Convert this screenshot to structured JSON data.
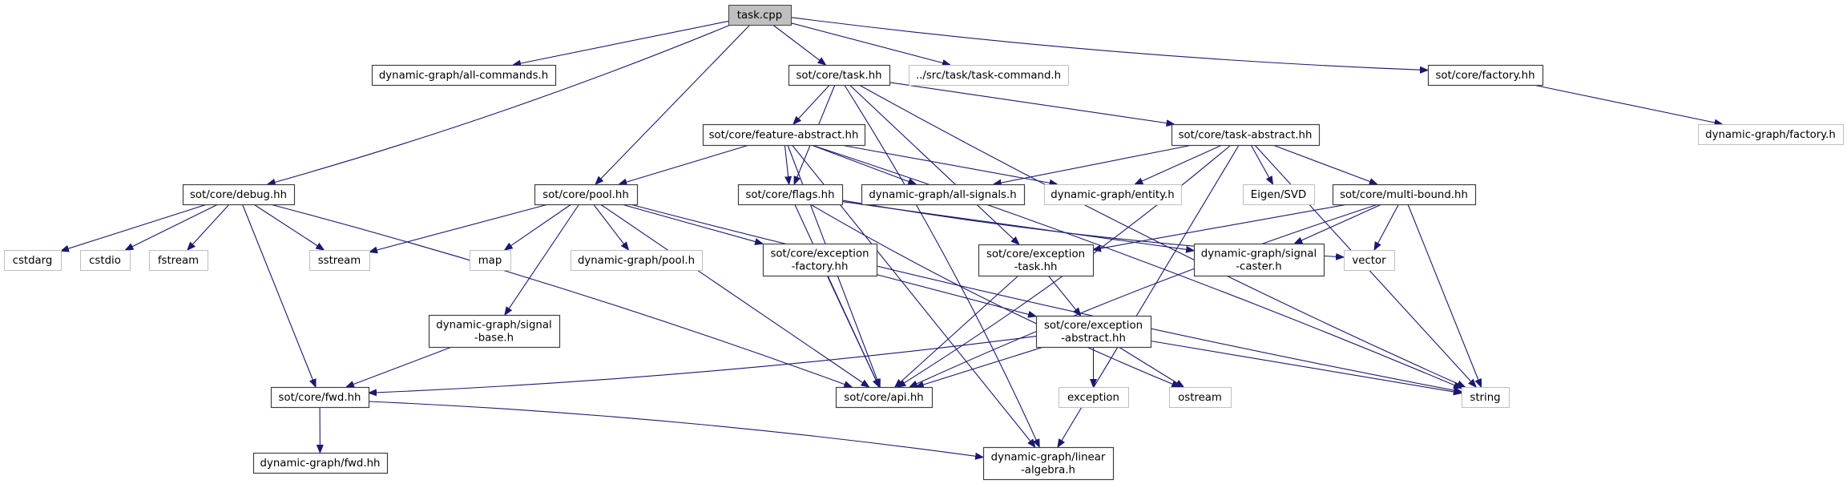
{
  "title": "task.cpp include dependency graph",
  "colors": {
    "edge": "#191970",
    "main_fill": "#bfbfbf",
    "doc_border": "#404040",
    "ext_border": "#bfbfbf"
  },
  "nodes": {
    "task_cpp": {
      "label": [
        "task.cpp"
      ],
      "kind": "main"
    },
    "all_commands": {
      "label": [
        "dynamic-graph/all-commands.h"
      ],
      "kind": "doc"
    },
    "task_hh": {
      "label": [
        "sot/core/task.hh"
      ],
      "kind": "doc"
    },
    "task_command": {
      "label": [
        "../src/task/task-command.h"
      ],
      "kind": "ext"
    },
    "factory_hh": {
      "label": [
        "sot/core/factory.hh"
      ],
      "kind": "doc"
    },
    "dg_factory": {
      "label": [
        "dynamic-graph/factory.h"
      ],
      "kind": "ext"
    },
    "feature_abstract": {
      "label": [
        "sot/core/feature-abstract.hh"
      ],
      "kind": "doc"
    },
    "task_abstract": {
      "label": [
        "sot/core/task-abstract.hh"
      ],
      "kind": "doc"
    },
    "debug_hh": {
      "label": [
        "sot/core/debug.hh"
      ],
      "kind": "doc"
    },
    "pool_hh": {
      "label": [
        "sot/core/pool.hh"
      ],
      "kind": "doc"
    },
    "flags_hh": {
      "label": [
        "sot/core/flags.hh"
      ],
      "kind": "doc"
    },
    "all_signals": {
      "label": [
        "dynamic-graph/all-signals.h"
      ],
      "kind": "doc"
    },
    "entity_h": {
      "label": [
        "dynamic-graph/entity.h"
      ],
      "kind": "ext"
    },
    "eigen_svd": {
      "label": [
        "Eigen/SVD"
      ],
      "kind": "ext"
    },
    "multi_bound": {
      "label": [
        "sot/core/multi-bound.hh"
      ],
      "kind": "doc"
    },
    "cstdarg": {
      "label": [
        "cstdarg"
      ],
      "kind": "ext"
    },
    "cstdio": {
      "label": [
        "cstdio"
      ],
      "kind": "ext"
    },
    "fstream": {
      "label": [
        "fstream"
      ],
      "kind": "ext"
    },
    "sstream": {
      "label": [
        "sstream"
      ],
      "kind": "ext"
    },
    "map": {
      "label": [
        "map"
      ],
      "kind": "ext"
    },
    "dg_pool": {
      "label": [
        "dynamic-graph/pool.h"
      ],
      "kind": "ext"
    },
    "exception_factory": {
      "label": [
        "sot/core/exception",
        "-factory.hh"
      ],
      "kind": "doc"
    },
    "exception_task": {
      "label": [
        "sot/core/exception",
        "-task.hh"
      ],
      "kind": "doc"
    },
    "signal_caster": {
      "label": [
        "dynamic-graph/signal",
        "-caster.h"
      ],
      "kind": "doc"
    },
    "vector": {
      "label": [
        "vector"
      ],
      "kind": "ext"
    },
    "signal_base": {
      "label": [
        "dynamic-graph/signal",
        "-base.h"
      ],
      "kind": "doc"
    },
    "exception_abstract": {
      "label": [
        "sot/core/exception",
        "-abstract.hh"
      ],
      "kind": "doc"
    },
    "fwd_hh": {
      "label": [
        "sot/core/fwd.hh"
      ],
      "kind": "doc"
    },
    "api_hh": {
      "label": [
        "sot/core/api.hh"
      ],
      "kind": "doc"
    },
    "exception": {
      "label": [
        "exception"
      ],
      "kind": "ext"
    },
    "ostream": {
      "label": [
        "ostream"
      ],
      "kind": "ext"
    },
    "string": {
      "label": [
        "string"
      ],
      "kind": "ext"
    },
    "dg_fwd": {
      "label": [
        "dynamic-graph/fwd.hh"
      ],
      "kind": "doc"
    },
    "linear_algebra": {
      "label": [
        "dynamic-graph/linear",
        "-algebra.h"
      ],
      "kind": "doc"
    }
  },
  "edges": [
    [
      "task_cpp",
      "all_commands"
    ],
    [
      "task_cpp",
      "task_hh"
    ],
    [
      "task_cpp",
      "task_command"
    ],
    [
      "task_cpp",
      "factory_hh"
    ],
    [
      "task_cpp",
      "debug_hh"
    ],
    [
      "task_cpp",
      "pool_hh"
    ],
    [
      "factory_hh",
      "dg_factory"
    ],
    [
      "task_hh",
      "feature_abstract"
    ],
    [
      "task_hh",
      "task_abstract"
    ],
    [
      "task_hh",
      "flags_hh"
    ],
    [
      "task_hh",
      "exception_task"
    ],
    [
      "task_hh",
      "string"
    ],
    [
      "task_hh",
      "linear_algebra"
    ],
    [
      "feature_abstract",
      "pool_hh"
    ],
    [
      "feature_abstract",
      "flags_hh"
    ],
    [
      "feature_abstract",
      "all_signals"
    ],
    [
      "feature_abstract",
      "entity_h"
    ],
    [
      "feature_abstract",
      "api_hh"
    ],
    [
      "feature_abstract",
      "string"
    ],
    [
      "feature_abstract",
      "linear_algebra"
    ],
    [
      "task_abstract",
      "all_signals"
    ],
    [
      "task_abstract",
      "entity_h"
    ],
    [
      "task_abstract",
      "eigen_svd"
    ],
    [
      "task_abstract",
      "multi_bound"
    ],
    [
      "task_abstract",
      "api_hh"
    ],
    [
      "task_abstract",
      "string"
    ],
    [
      "task_abstract",
      "linear_algebra"
    ],
    [
      "debug_hh",
      "cstdarg"
    ],
    [
      "debug_hh",
      "cstdio"
    ],
    [
      "debug_hh",
      "fstream"
    ],
    [
      "debug_hh",
      "sstream"
    ],
    [
      "debug_hh",
      "fwd_hh"
    ],
    [
      "debug_hh",
      "api_hh"
    ],
    [
      "pool_hh",
      "sstream"
    ],
    [
      "pool_hh",
      "map"
    ],
    [
      "pool_hh",
      "dg_pool"
    ],
    [
      "pool_hh",
      "exception_factory"
    ],
    [
      "pool_hh",
      "signal_base"
    ],
    [
      "pool_hh",
      "api_hh"
    ],
    [
      "pool_hh",
      "string"
    ],
    [
      "flags_hh",
      "api_hh"
    ],
    [
      "flags_hh",
      "vector"
    ],
    [
      "flags_hh",
      "signal_caster"
    ],
    [
      "flags_hh",
      "ostream"
    ],
    [
      "multi_bound",
      "exception_task"
    ],
    [
      "multi_bound",
      "signal_caster"
    ],
    [
      "multi_bound",
      "vector"
    ],
    [
      "multi_bound",
      "api_hh"
    ],
    [
      "multi_bound",
      "string"
    ],
    [
      "exception_factory",
      "exception_abstract"
    ],
    [
      "exception_factory",
      "api_hh"
    ],
    [
      "exception_task",
      "exception_abstract"
    ],
    [
      "exception_task",
      "api_hh"
    ],
    [
      "signal_base",
      "fwd_hh"
    ],
    [
      "exception_abstract",
      "fwd_hh"
    ],
    [
      "exception_abstract",
      "api_hh"
    ],
    [
      "exception_abstract",
      "exception"
    ],
    [
      "exception_abstract",
      "ostream"
    ],
    [
      "exception_abstract",
      "string"
    ],
    [
      "fwd_hh",
      "dg_fwd"
    ],
    [
      "fwd_hh",
      "linear_algebra"
    ]
  ]
}
